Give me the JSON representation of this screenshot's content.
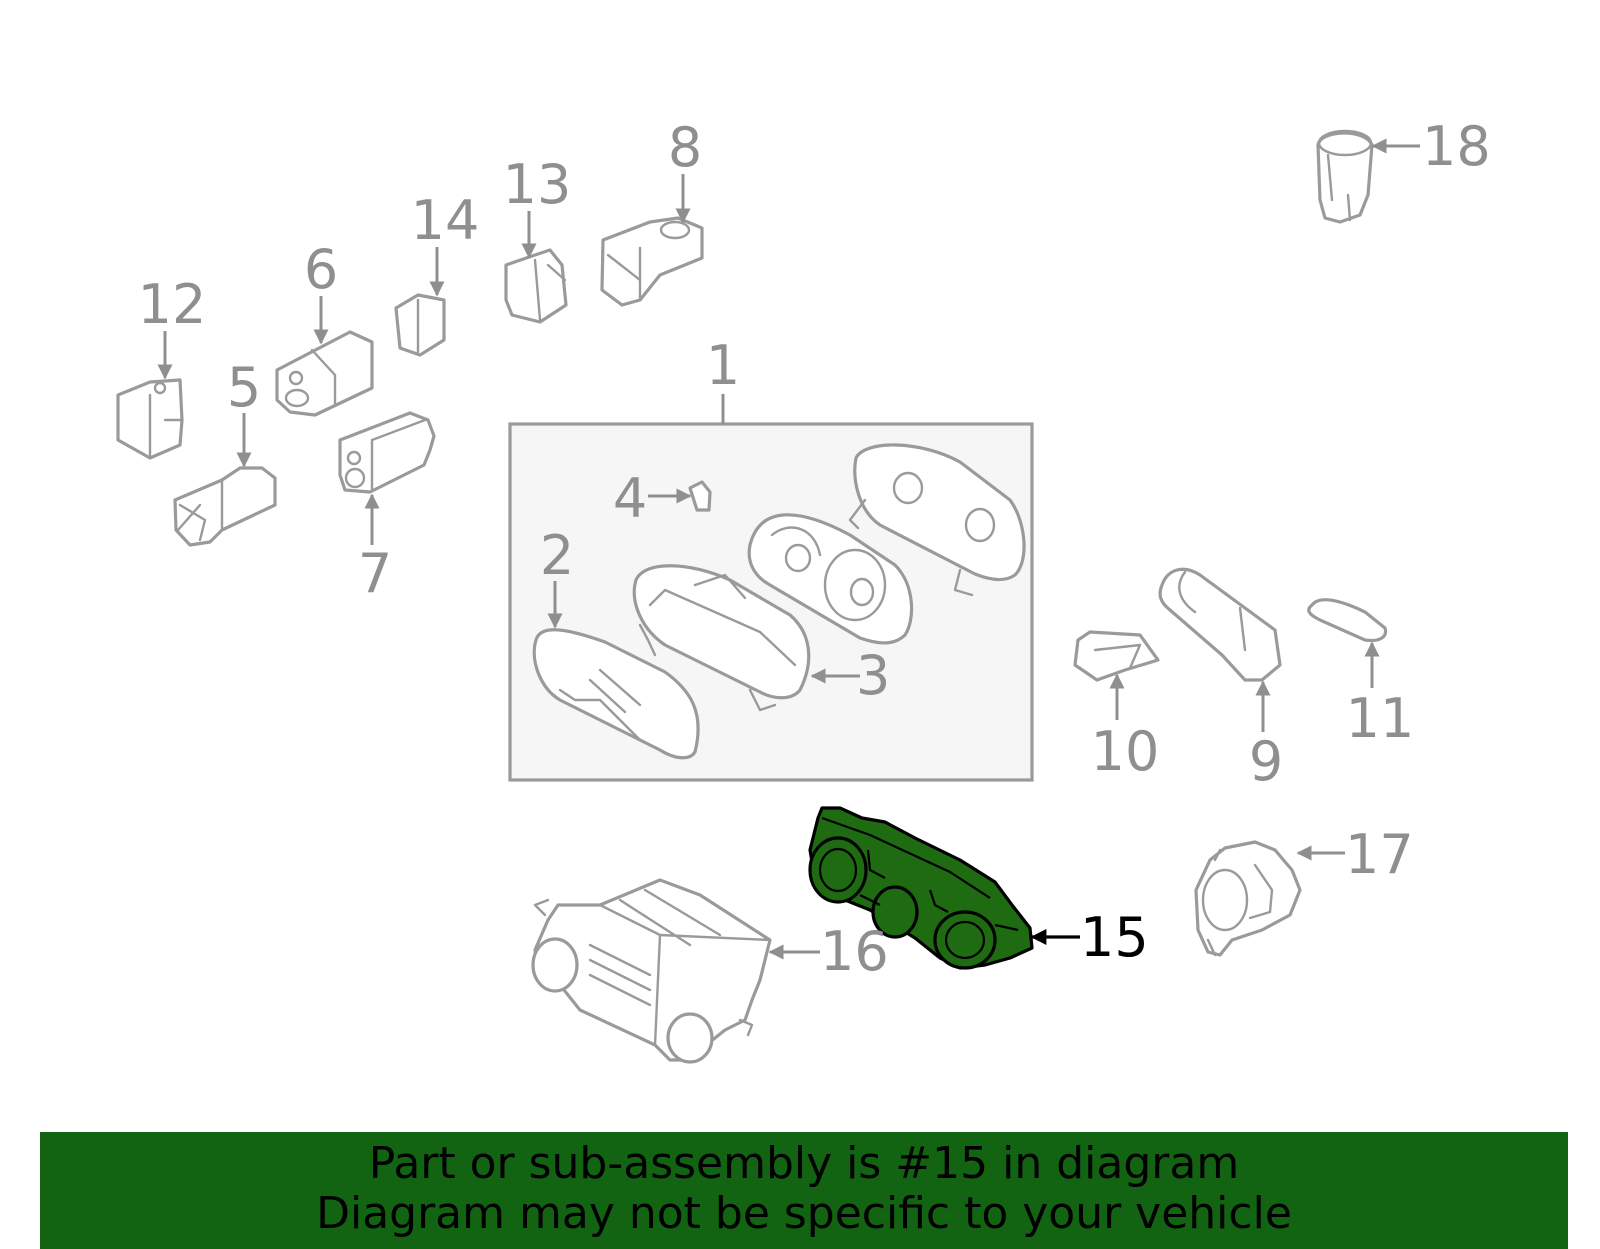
{
  "diagram": {
    "highlighted_part": "15",
    "callouts": [
      "1",
      "2",
      "3",
      "4",
      "5",
      "6",
      "7",
      "8",
      "9",
      "10",
      "11",
      "12",
      "13",
      "14",
      "15",
      "16",
      "17",
      "18"
    ]
  },
  "banner": {
    "line1": "Part or sub-assembly is #15 in diagram",
    "line2": "Diagram may not be specific to your vehicle"
  },
  "colors": {
    "highlight_fill": "#1e6b12",
    "banner_background": "#126312",
    "part_stroke": "#9a9a9a"
  }
}
